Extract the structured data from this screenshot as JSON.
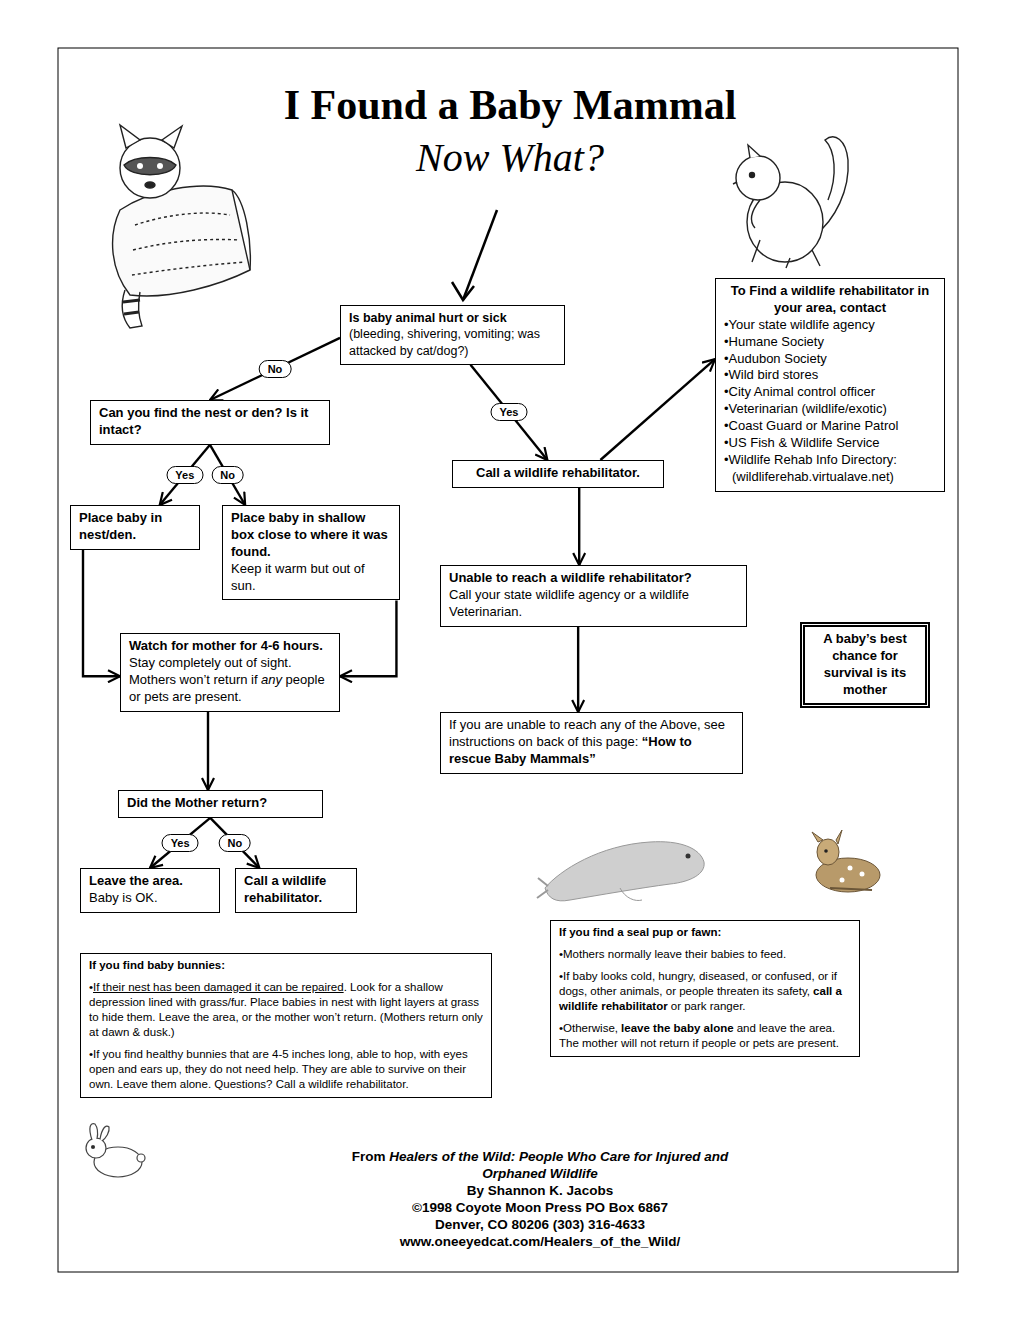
{
  "diagram": {
    "title": "I Found a Baby Mammal",
    "nodes": [
      {
        "text": [
          "Is baby animal hurt or sick",
          "(bleeding, shivering, vomiting; was attacked by cat/dog?)"
        ]
      },
      {
        "text": [
          "To Find a wildlife rehabilitator in your area, contact",
          "•Your state wildlife agency",
          "•Humane Society",
          "•Audubon Society",
          "•Wild bird stores",
          "•City Animal control officer",
          "•Veterinarian (wildlife/exotic)",
          "•Coast Guard or Marine Patrol",
          "•US Fish & Wildlife Service",
          "•Wildlife Rehab Info Directory:",
          "(wildliferehab.virtualave.net)"
        ]
      },
      {
        "text": [
          "Can you find the nest or den? Is it intact?"
        ]
      },
      {
        "text": [
          "Call a wildlife rehabilitator."
        ]
      },
      {
        "text": [
          "Place baby in nest/den."
        ]
      },
      {
        "text": [
          "Place baby in shallow box close to where it was found.",
          "Keep it warm but out of sun."
        ]
      },
      {
        "text": [
          "Unable to reach a wildlife rehabilitator?",
          "Call your state wildlife agency or a wildlife Veterinarian."
        ]
      },
      {
        "text": [
          "A baby’s best chance for survival is its mother"
        ]
      },
      {
        "text": [
          "Watch for mother for 4-6 hours.",
          "Stay completely out of sight. Mothers won’t return if",
          "any",
          "people or pets are present."
        ]
      },
      {
        "text": [
          "If you are unable to reach any of the Above, see instructions on back of this page:",
          "“How to rescue Baby Mammals”"
        ]
      },
      {
        "text": [
          "Did the Mother return?"
        ]
      },
      {
        "text": [
          "Leave the area.",
          "Baby is OK."
        ]
      },
      {
        "text": [
          "Call a wildlife rehabilitator."
        ]
      },
      {
        "text": [
          "If you find a seal pup or fawn:",
          "•Mothers normally leave their babies to feed.",
          "•If baby looks cold, hungry, diseased, or confused, or if dogs, other animals, or people threaten its safety,",
          "call a wildlife rehabilitator",
          "or park ranger.",
          "•Otherwise,",
          "leave the baby alone",
          "and leave the area. The mother will not return if people or pets are present."
        ]
      },
      {
        "text": [
          "If you find baby bunnies:",
          "•",
          "If their nest has been damaged it can be repaired",
          ". Look for a shallow depression lined with grass/fur. Place babies in nest with light layers at grass to hide them. Leave the area, or the mother won’t return. (Mothers return only at dawn & dusk.)",
          "•If you find healthy bunnies that are 4-5 inches long, able to hop, with eyes open and ears up, they do not need help. They are able to survive on their own. Leave them alone. Questions? Call a wildlife rehabilitator."
        ]
      }
    ],
    "edges": [
      {
        "from": 0,
        "to": 2,
        "label": "No",
        "arrow": "to"
      },
      {
        "from": 0,
        "to": 3,
        "label": "Yes",
        "arrow": "to"
      },
      {
        "from": 3,
        "to": 1,
        "arrow": "to"
      },
      {
        "from": 2,
        "to": 4,
        "label": "Yes",
        "arrow": "to"
      },
      {
        "from": 2,
        "to": 5,
        "label": "No",
        "arrow": "to"
      },
      {
        "from": 3,
        "to": 6,
        "arrow": "to"
      },
      {
        "from": 4,
        "to": 8,
        "arrow": "to"
      },
      {
        "from": 5,
        "to": 8,
        "arrow": "to"
      },
      {
        "from": 6,
        "to": 9,
        "arrow": "to"
      },
      {
        "from": 8,
        "to": 10,
        "arrow": "to"
      },
      {
        "from": 10,
        "to": 11,
        "label": "Yes",
        "arrow": "to"
      },
      {
        "from": 10,
        "to": 12,
        "label": "No",
        "arrow": "to"
      }
    ],
    "labels": [
      "Now What?",
      "From",
      "Healers of the Wild: People Who Care for Injured and Orphaned Wildlife",
      "By Shannon K. Jacobs",
      "©1998 Coyote Moon Press PO Box 6867",
      "Denver, CO 80206 (303) 316-4633",
      "www.oneeyedcat.com/Healers_of_the_Wild/"
    ]
  }
}
